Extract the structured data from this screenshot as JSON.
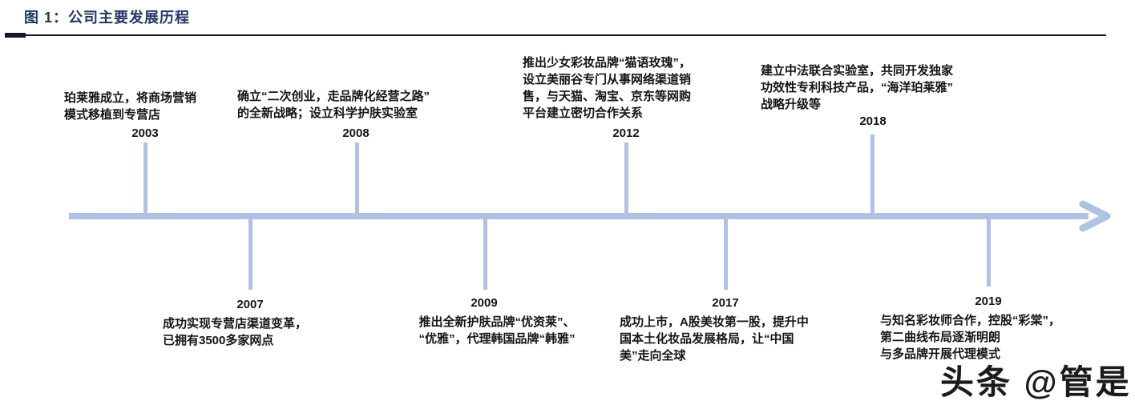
{
  "figure": {
    "title": "图 1：公司主要发展历程"
  },
  "timeline": {
    "events": [
      {
        "year": "2003",
        "side": "top",
        "text": "珀莱雅成立，将商场营销\n模式移植到专营店"
      },
      {
        "year": "2007",
        "side": "bottom",
        "text": "成功实现专营店渠道变革，\n已拥有3500多家网点"
      },
      {
        "year": "2008",
        "side": "top",
        "text": "确立“二次创业，走品牌化经营之路”\n的全新战略；设立科学护肤实验室"
      },
      {
        "year": "2009",
        "side": "bottom",
        "text": "推出全新护肤品牌“优资莱”、\n“优雅”，代理韩国品牌“韩雅”"
      },
      {
        "year": "2012",
        "side": "top",
        "text": "推出少女彩妆品牌“猫语玫瑰”，\n设立美丽谷专门从事网络渠道销\n售，与天猫、淘宝、京东等网购\n平台建立密切合作关系"
      },
      {
        "year": "2017",
        "side": "bottom",
        "text": "成功上市，A股美妆第一股，提升中\n国本土化妆品发展格局，让“中国\n美”走向全球"
      },
      {
        "year": "2018",
        "side": "top",
        "text": "建立中法联合实验室，共同开发独家\n功效性专利科技产品，“海洋珀莱雅”\n战略升级等"
      },
      {
        "year": "2019",
        "side": "bottom",
        "text": "与知名彩妆师合作，控股“彩棠”，\n第二曲线布局逐渐明朗\n与多品牌开展代理模式"
      }
    ]
  },
  "watermark": {
    "text": "头条 @管是"
  },
  "colors": {
    "axis": "#adc2e4",
    "title": "#1f3864",
    "body_text": "#141414",
    "rule": "#16162e"
  }
}
